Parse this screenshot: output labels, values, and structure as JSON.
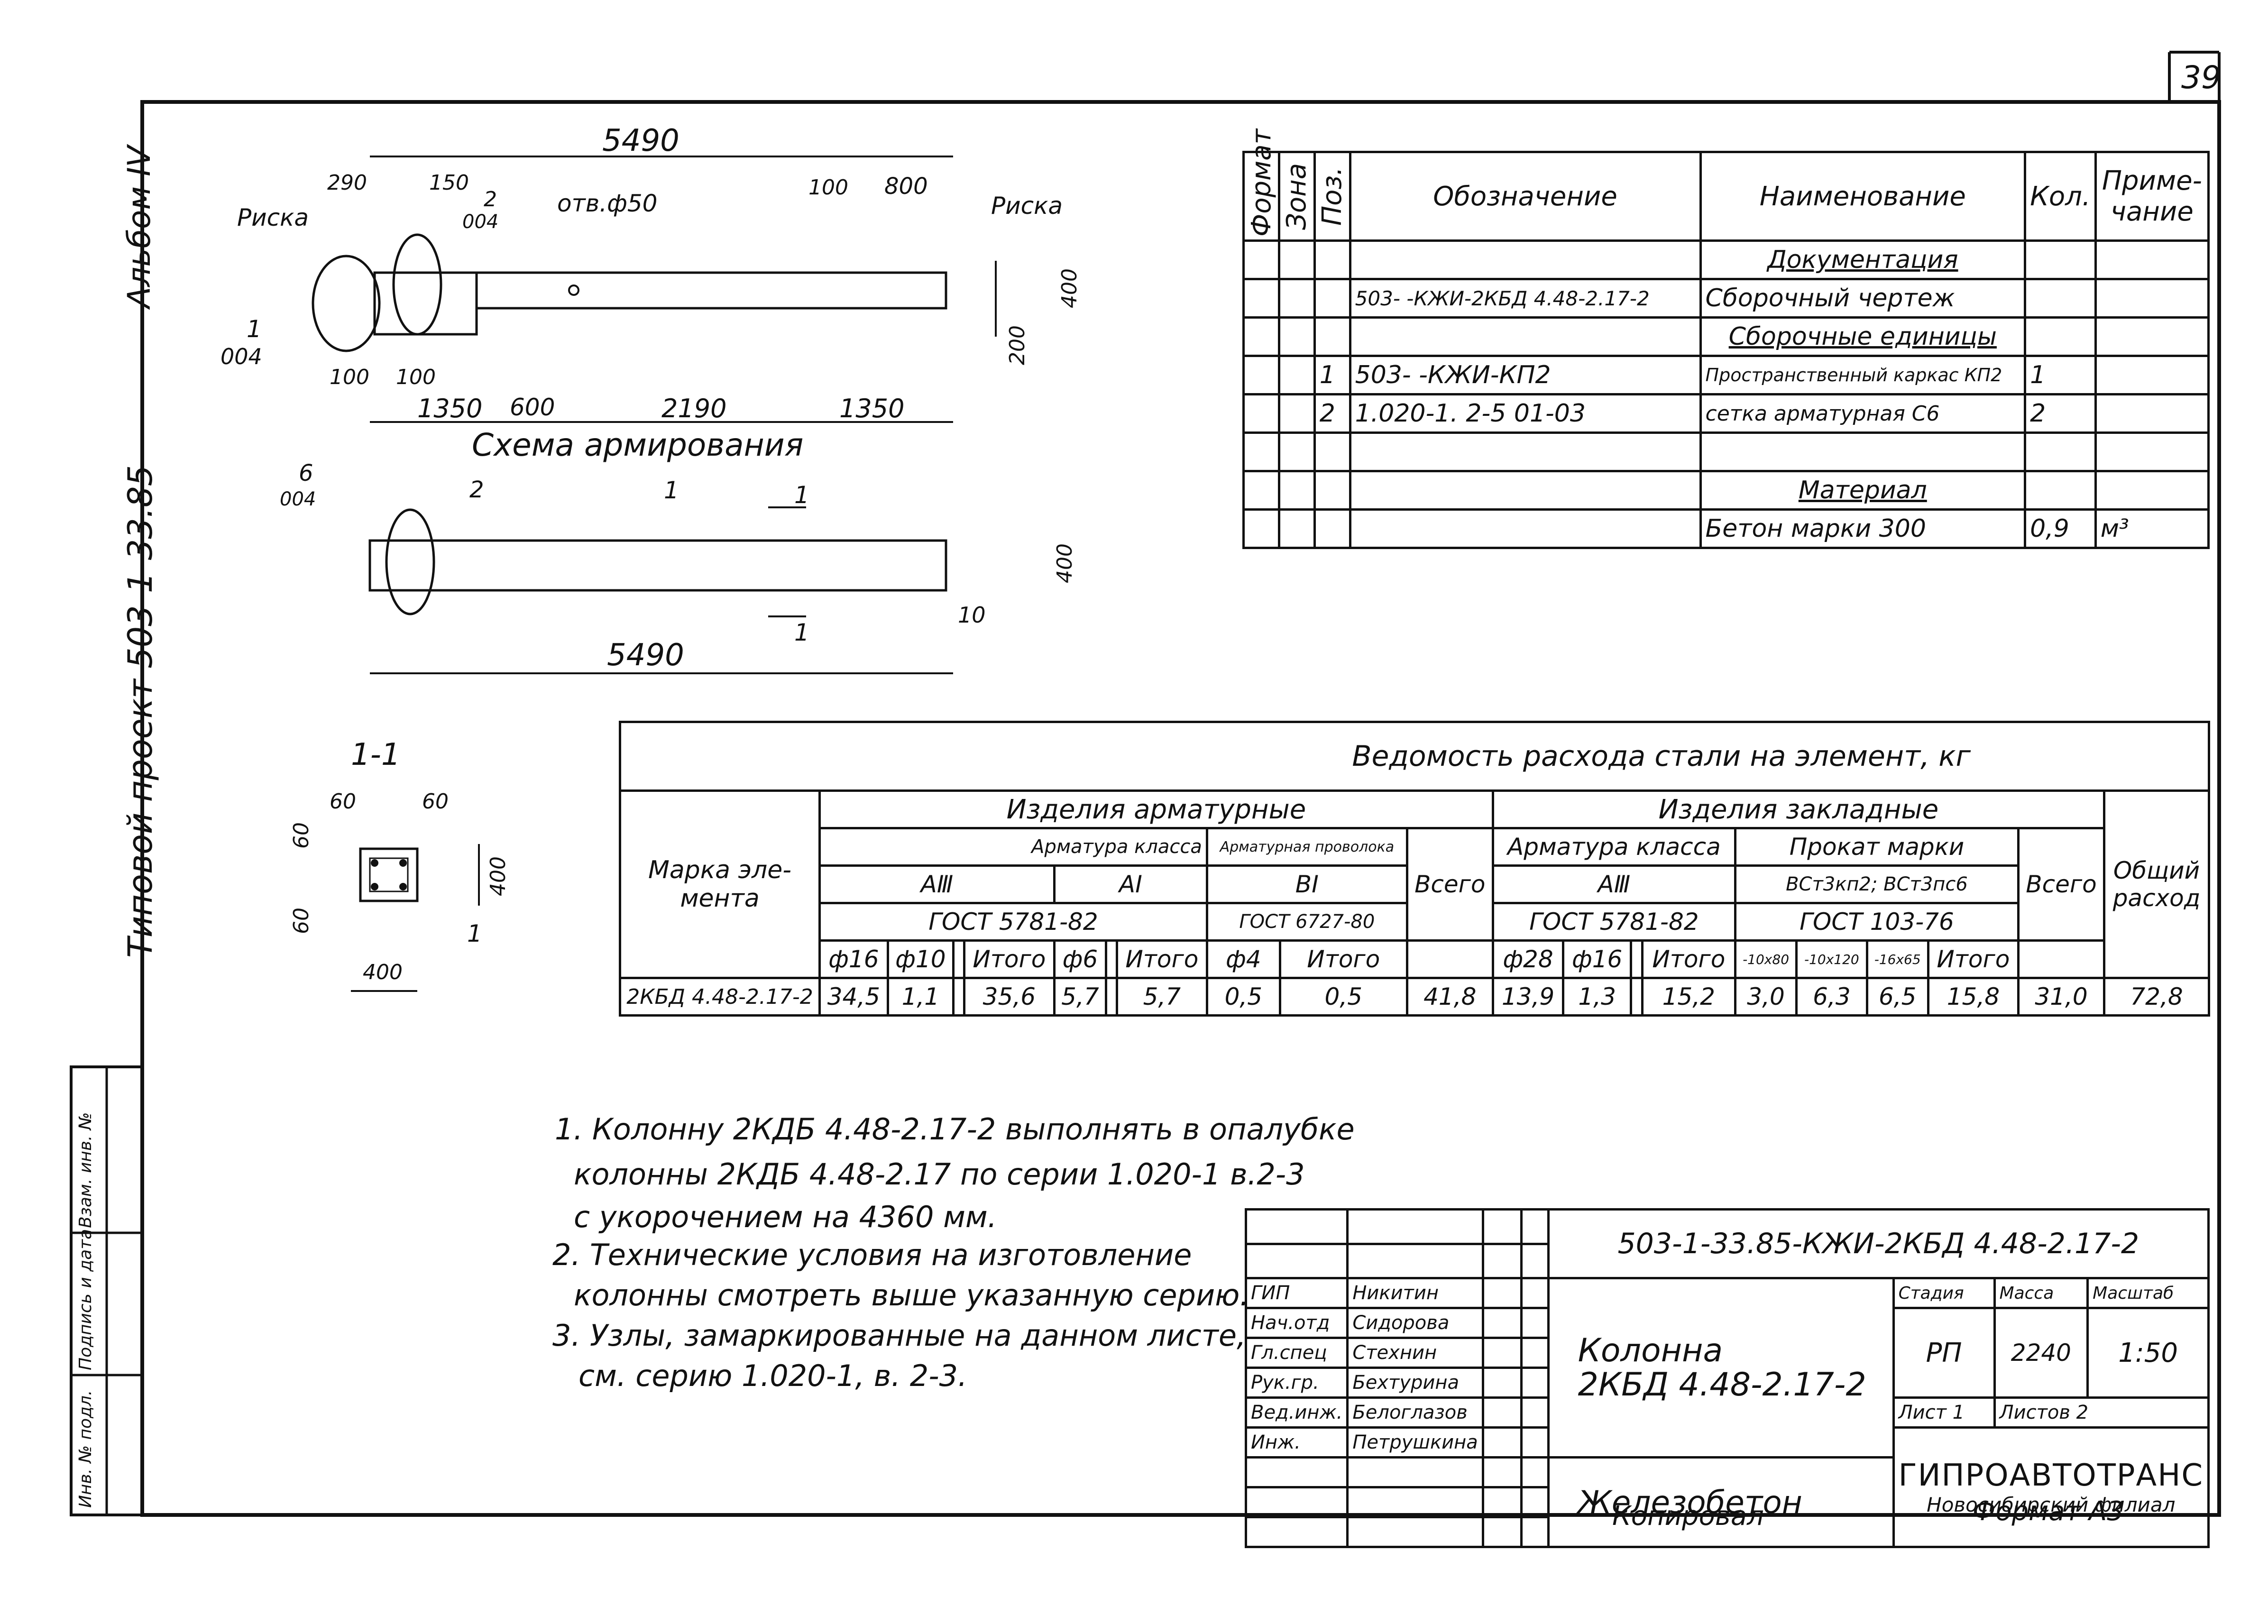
{
  "sheet": {
    "page_number": "39",
    "album": "Альбом IV",
    "project": "Типовой проект 503-1-33.85",
    "side_stamp": [
      "Инв. № подл.",
      "Подпись и дата",
      "Взам. инв. №"
    ]
  },
  "drawing": {
    "title": "Схема армирования",
    "dims_top": [
      "5490",
      "290",
      "150",
      "100",
      "800",
      "100",
      "100",
      "1350",
      "600",
      "2190",
      "1350",
      "400",
      "200"
    ],
    "labels_top": [
      "Риска",
      "Риска",
      "2",
      "004",
      "отв.ф50",
      "1",
      "004"
    ],
    "dims_mid": [
      "5490",
      "400",
      "10"
    ],
    "labels_mid": [
      "6",
      "004",
      "2",
      "1",
      "1",
      "1"
    ],
    "section_title": "1-1",
    "section_dims": [
      "60",
      "60",
      "60",
      "60",
      "400",
      "400"
    ],
    "section_label": "1"
  },
  "spec": {
    "headers": [
      "Формат",
      "Зона",
      "Поз.",
      "Обозначение",
      "Наименование",
      "Кол.",
      "Приме-чание"
    ],
    "rows": [
      {
        "pos": "",
        "code": "",
        "name": "Документация",
        "qty": "",
        "note": ""
      },
      {
        "pos": "",
        "code": "503-  -КЖИ-2КБД 4.48-2.17-2",
        "name": "Сборочный чертеж",
        "qty": "",
        "note": ""
      },
      {
        "pos": "",
        "code": "",
        "name": "Сборочные единицы",
        "qty": "",
        "note": ""
      },
      {
        "pos": "1",
        "code": "503-    -КЖИ-КП2",
        "name": "Пространственный каркас КП2",
        "qty": "1",
        "note": ""
      },
      {
        "pos": "2",
        "code": "1.020-1. 2-5    01-03",
        "name": "сетка арматурная С6",
        "qty": "2",
        "note": ""
      },
      {
        "pos": "",
        "code": "",
        "name": "",
        "qty": "",
        "note": ""
      },
      {
        "pos": "",
        "code": "",
        "name": "Материал",
        "qty": "",
        "note": ""
      },
      {
        "pos": "",
        "code": "",
        "name": "Бетон марки 300",
        "qty": "0,9",
        "note": "м³"
      }
    ]
  },
  "steel": {
    "title": "Ведомость расхода стали на элемент, кг",
    "mark_header": "Марка эле-мента",
    "armature_products": "Изделия арматурные",
    "embedded_products": "Изделия закладные",
    "armature_class": "Арматура класса",
    "wire_header": "Арматурная проволока",
    "class_AIII": "АⅢ",
    "class_AI": "АI",
    "class_BI": "ВI",
    "total": "Всего",
    "grand_total": "Общий расход",
    "rolled_header": "Прокат марки",
    "rolled_marks": "ВСт3кп2; ВСт3пс6",
    "gost_5781": "ГОСТ 5781-82",
    "gost_6727": "ГОСТ 6727-80",
    "gost_5781b": "ГОСТ 5781-82",
    "gost_103": "ГОСТ 103-76",
    "cols": [
      "ф16",
      "ф10",
      "",
      "Итого",
      "ф6",
      "",
      "Итого",
      "ф4",
      "Итого",
      "ф28",
      "ф16",
      "",
      "Итого",
      "-10х80",
      "-10х120",
      "-16х65",
      "Итого"
    ],
    "row": {
      "mark": "2КБД 4.48-2.17-2",
      "values": [
        "34,5",
        "1,1",
        "",
        "35,6",
        "5,7",
        "",
        "5,7",
        "0,5",
        "0,5",
        "41,8",
        "13,9",
        "1,3",
        "",
        "15,2",
        "3,0",
        "6,3",
        "6,5",
        "15,8",
        "31,0",
        "72,8"
      ]
    }
  },
  "notes": [
    "1. Колонну 2КДБ 4.48-2.17-2 выполнять в опалубке",
    "колонны 2КДБ 4.48-2.17 по серии 1.020-1 в.2-3",
    "с укорочением на 4360 мм.",
    "2. Технические условия на изготовление",
    "колонны смотреть выше указанную серию.",
    "3. Узлы, замаркированные на данном листе,",
    "см.          серию 1.020-1, в. 2-3."
  ],
  "stamp": {
    "code": "503-1-33.85-КЖИ-2КБД 4.48-2.17-2",
    "roles": [
      {
        "role": "ГИП",
        "name": "Никитин"
      },
      {
        "role": "Нач.отд",
        "name": "Сидорова"
      },
      {
        "role": "Гл.спец",
        "name": "Стехнин"
      },
      {
        "role": "Рук.гр.",
        "name": "Бехтурина"
      },
      {
        "role": "Вед.инж.",
        "name": "Белоглазов"
      },
      {
        "role": "Инж.",
        "name": "Петрушкина"
      }
    ],
    "title_line1": "Колонна",
    "title_line2": "2КБД 4.48-2.17-2",
    "stage_label": "Стадия",
    "mass_label": "Масса",
    "scale_label": "Масштаб",
    "stage": "РП",
    "mass": "2240",
    "scale": "1:50",
    "sheet_label": "Лист 1",
    "sheets_label": "Листов 2",
    "material": "Железобетон",
    "org": "ГИПРОАВТОТРАНС",
    "org_branch": "Новосибирский филиал",
    "copied": "Копировал",
    "format": "Формат А3"
  }
}
